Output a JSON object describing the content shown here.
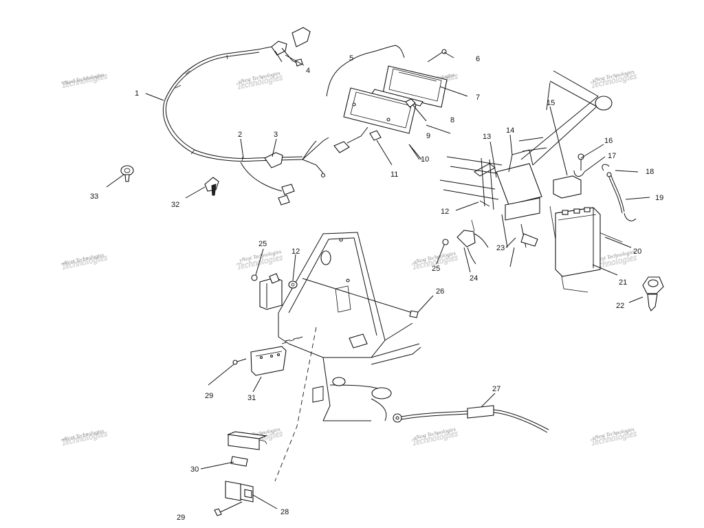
{
  "callouts": {
    "c1": "1",
    "c2": "2",
    "c3": "3",
    "c4": "4",
    "c5": "5",
    "c6": "6",
    "c7": "7",
    "c8": "8",
    "c9": "9",
    "c10": "10",
    "c11": "11",
    "c12a": "12",
    "c12b": "12",
    "c13": "13",
    "c14": "14",
    "c15": "15",
    "c16": "16",
    "c17": "17",
    "c18": "18",
    "c19": "19",
    "c20": "20",
    "c21": "21",
    "c22": "22",
    "c23": "23",
    "c24": "24",
    "c25a": "25",
    "c25b": "25",
    "c26": "26",
    "c27": "27",
    "c28": "28",
    "c29a": "29",
    "c29b": "29",
    "c30": "30",
    "c31": "31",
    "c32": "32",
    "c33": "33"
  },
  "watermark": {
    "line1": "vNext Technologies",
    "line2": "Technologies"
  }
}
